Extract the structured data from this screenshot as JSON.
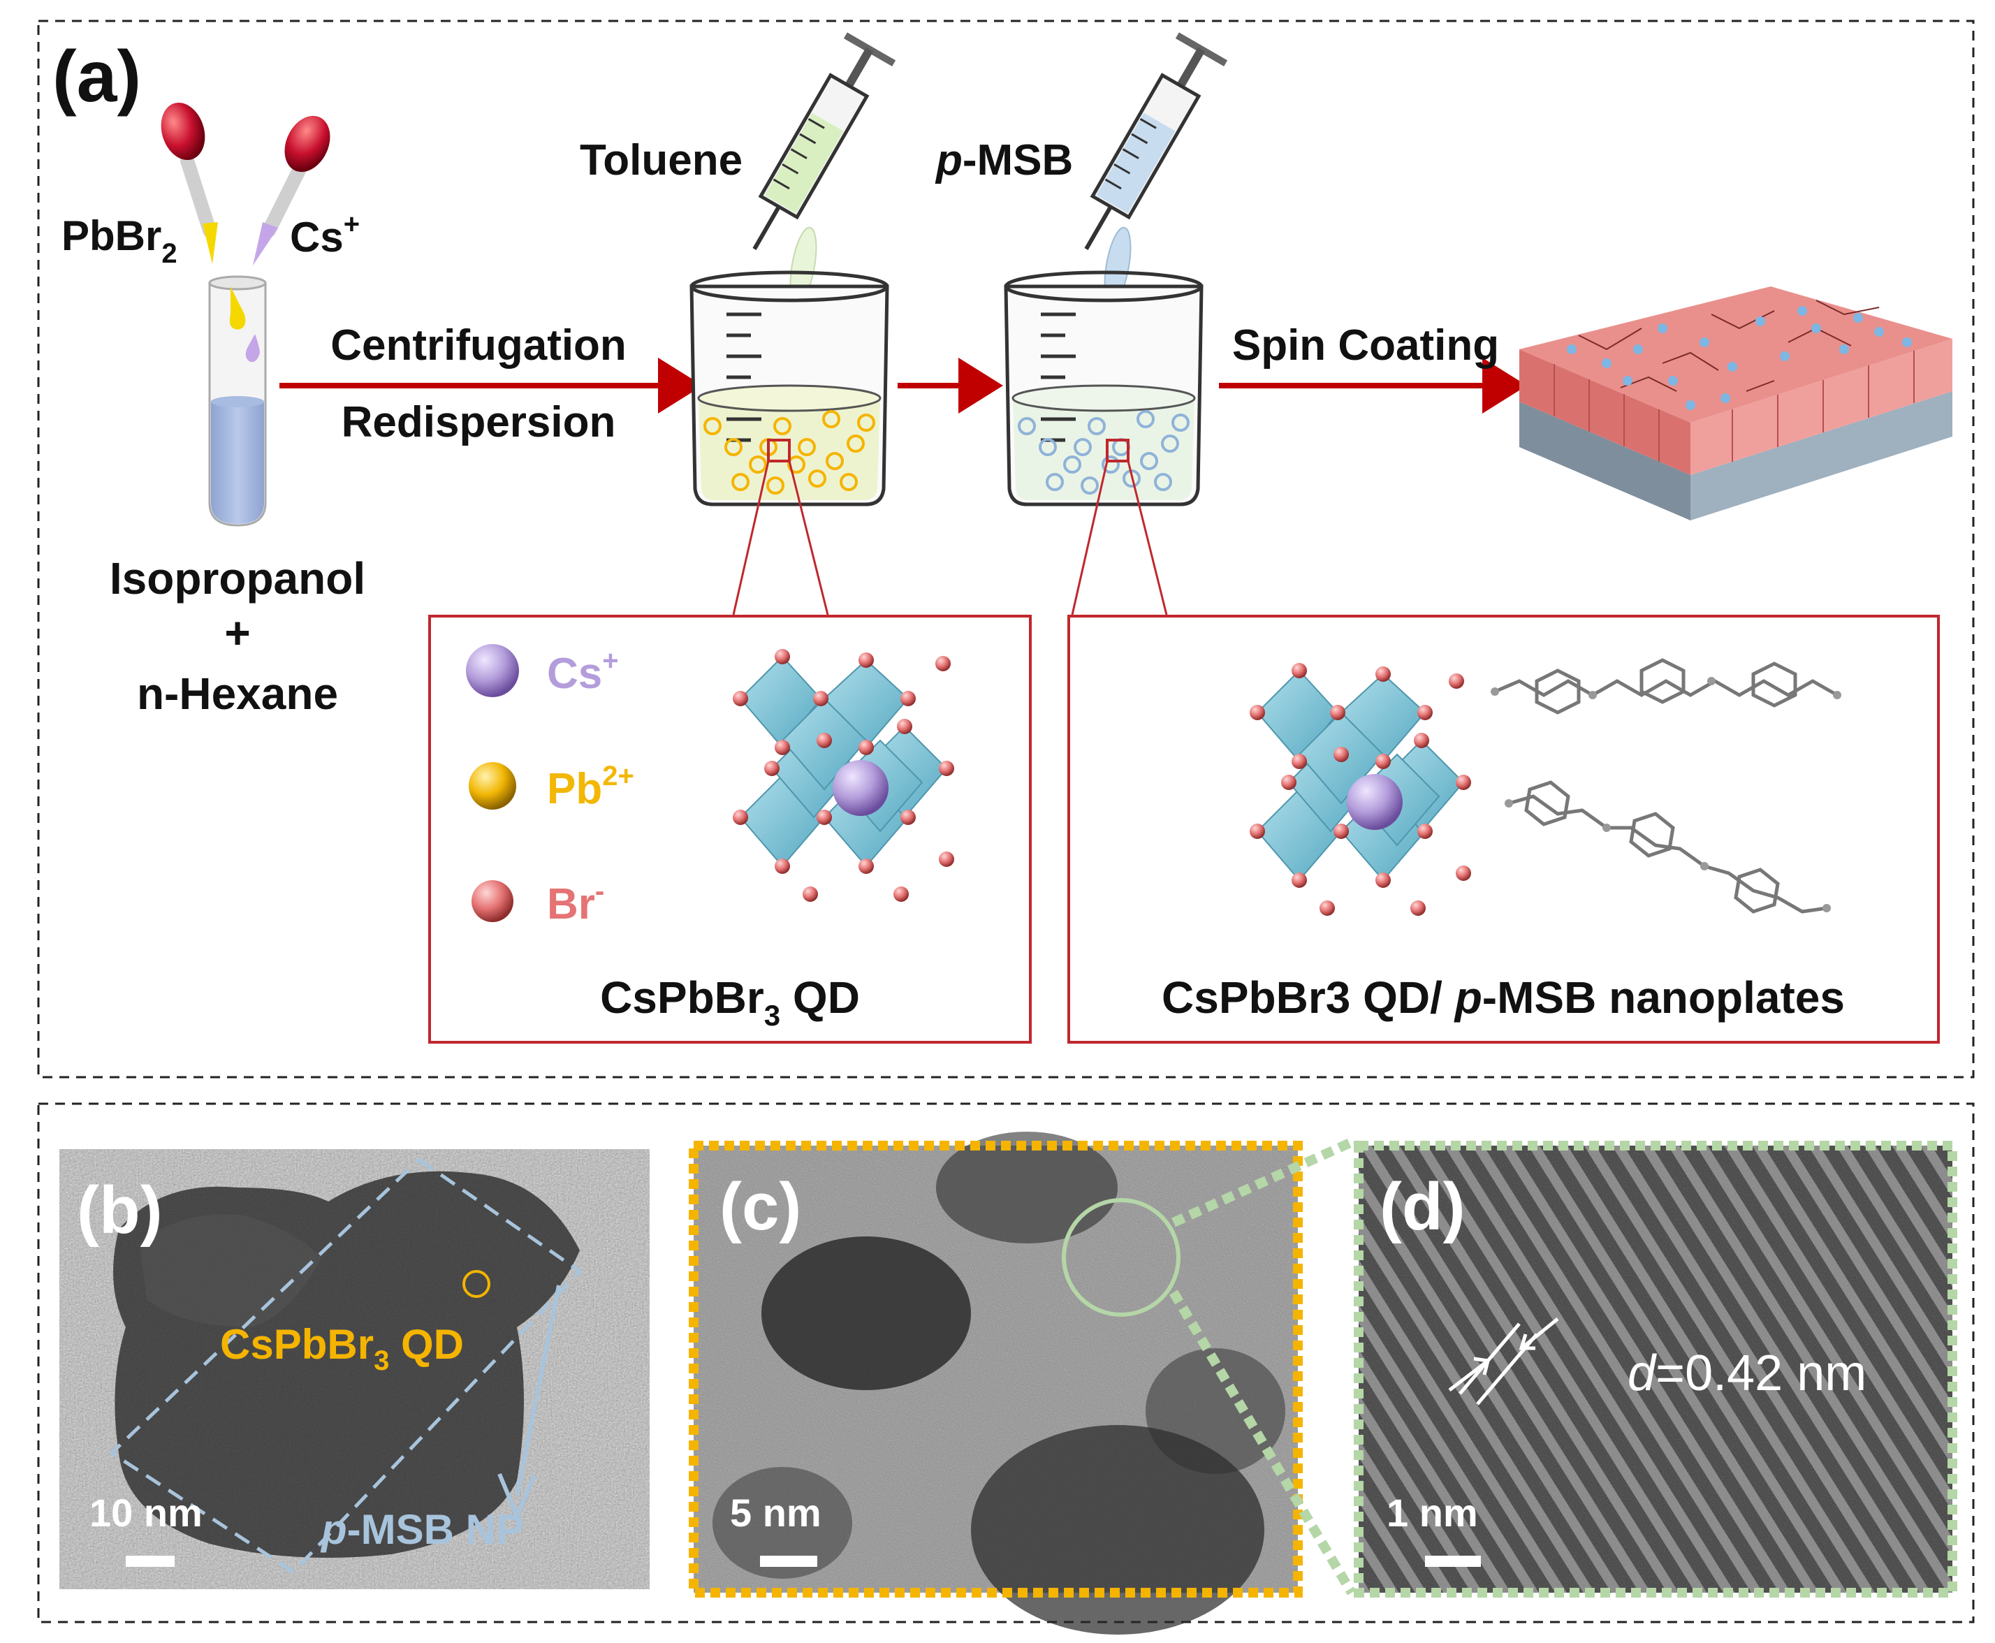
{
  "panel_a": {
    "label": "(a)",
    "reagents": {
      "left": "PbBr",
      "left_sub": "2",
      "right": "Cs",
      "right_sup": "+"
    },
    "solvent": {
      "line1": "Isopropanol",
      "line2": "+",
      "line3": "n-Hexane"
    },
    "steps": {
      "step1_line1": "Centrifugation",
      "step1_line2": "Redispersion",
      "toluene": "Toluene",
      "pmsb_italic": "p",
      "pmsb_rest": "-MSB",
      "spin": "Spin Coating"
    },
    "qd_box": {
      "legend_cs": "Cs",
      "legend_cs_sup": "+",
      "legend_pb": "Pb",
      "legend_pb_sup": "2+",
      "legend_br": "Br",
      "legend_br_sup": "-",
      "caption": "CsPbBr",
      "caption_sub": "3",
      "caption_tail": "  QD"
    },
    "np_box": {
      "caption_pre": "CsPbBr3 QD/ ",
      "caption_italic": "p",
      "caption_post": "-MSB nanoplates"
    }
  },
  "panel_b": {
    "label": "(b)",
    "qd_label": "CsPbBr",
    "qd_sub": "3",
    "qd_tail": " QD",
    "np_italic": "p",
    "np_rest": "-MSB NP",
    "scale": "10 nm"
  },
  "panel_c": {
    "label": "(c)",
    "scale": "5 nm"
  },
  "panel_d": {
    "label": "(d)",
    "d_italic": "d",
    "d_rest": "=0.42 nm",
    "scale": "1 nm"
  },
  "colors": {
    "arrow": "#c00000",
    "box": "#c0272d",
    "cs": "#b39ddb",
    "pb": "#f2b705",
    "br": "#e57373",
    "octa": "#7fc7db",
    "film_top": "#e88b87",
    "substrate": "#8a9aa8",
    "qd_orange": "#f5b400",
    "np_blue": "#a8c4dc",
    "d_green": "#b5d6a7",
    "pmsb_liquid": "#d7e8f5",
    "toluene_liquid": "#e9f5d8"
  }
}
